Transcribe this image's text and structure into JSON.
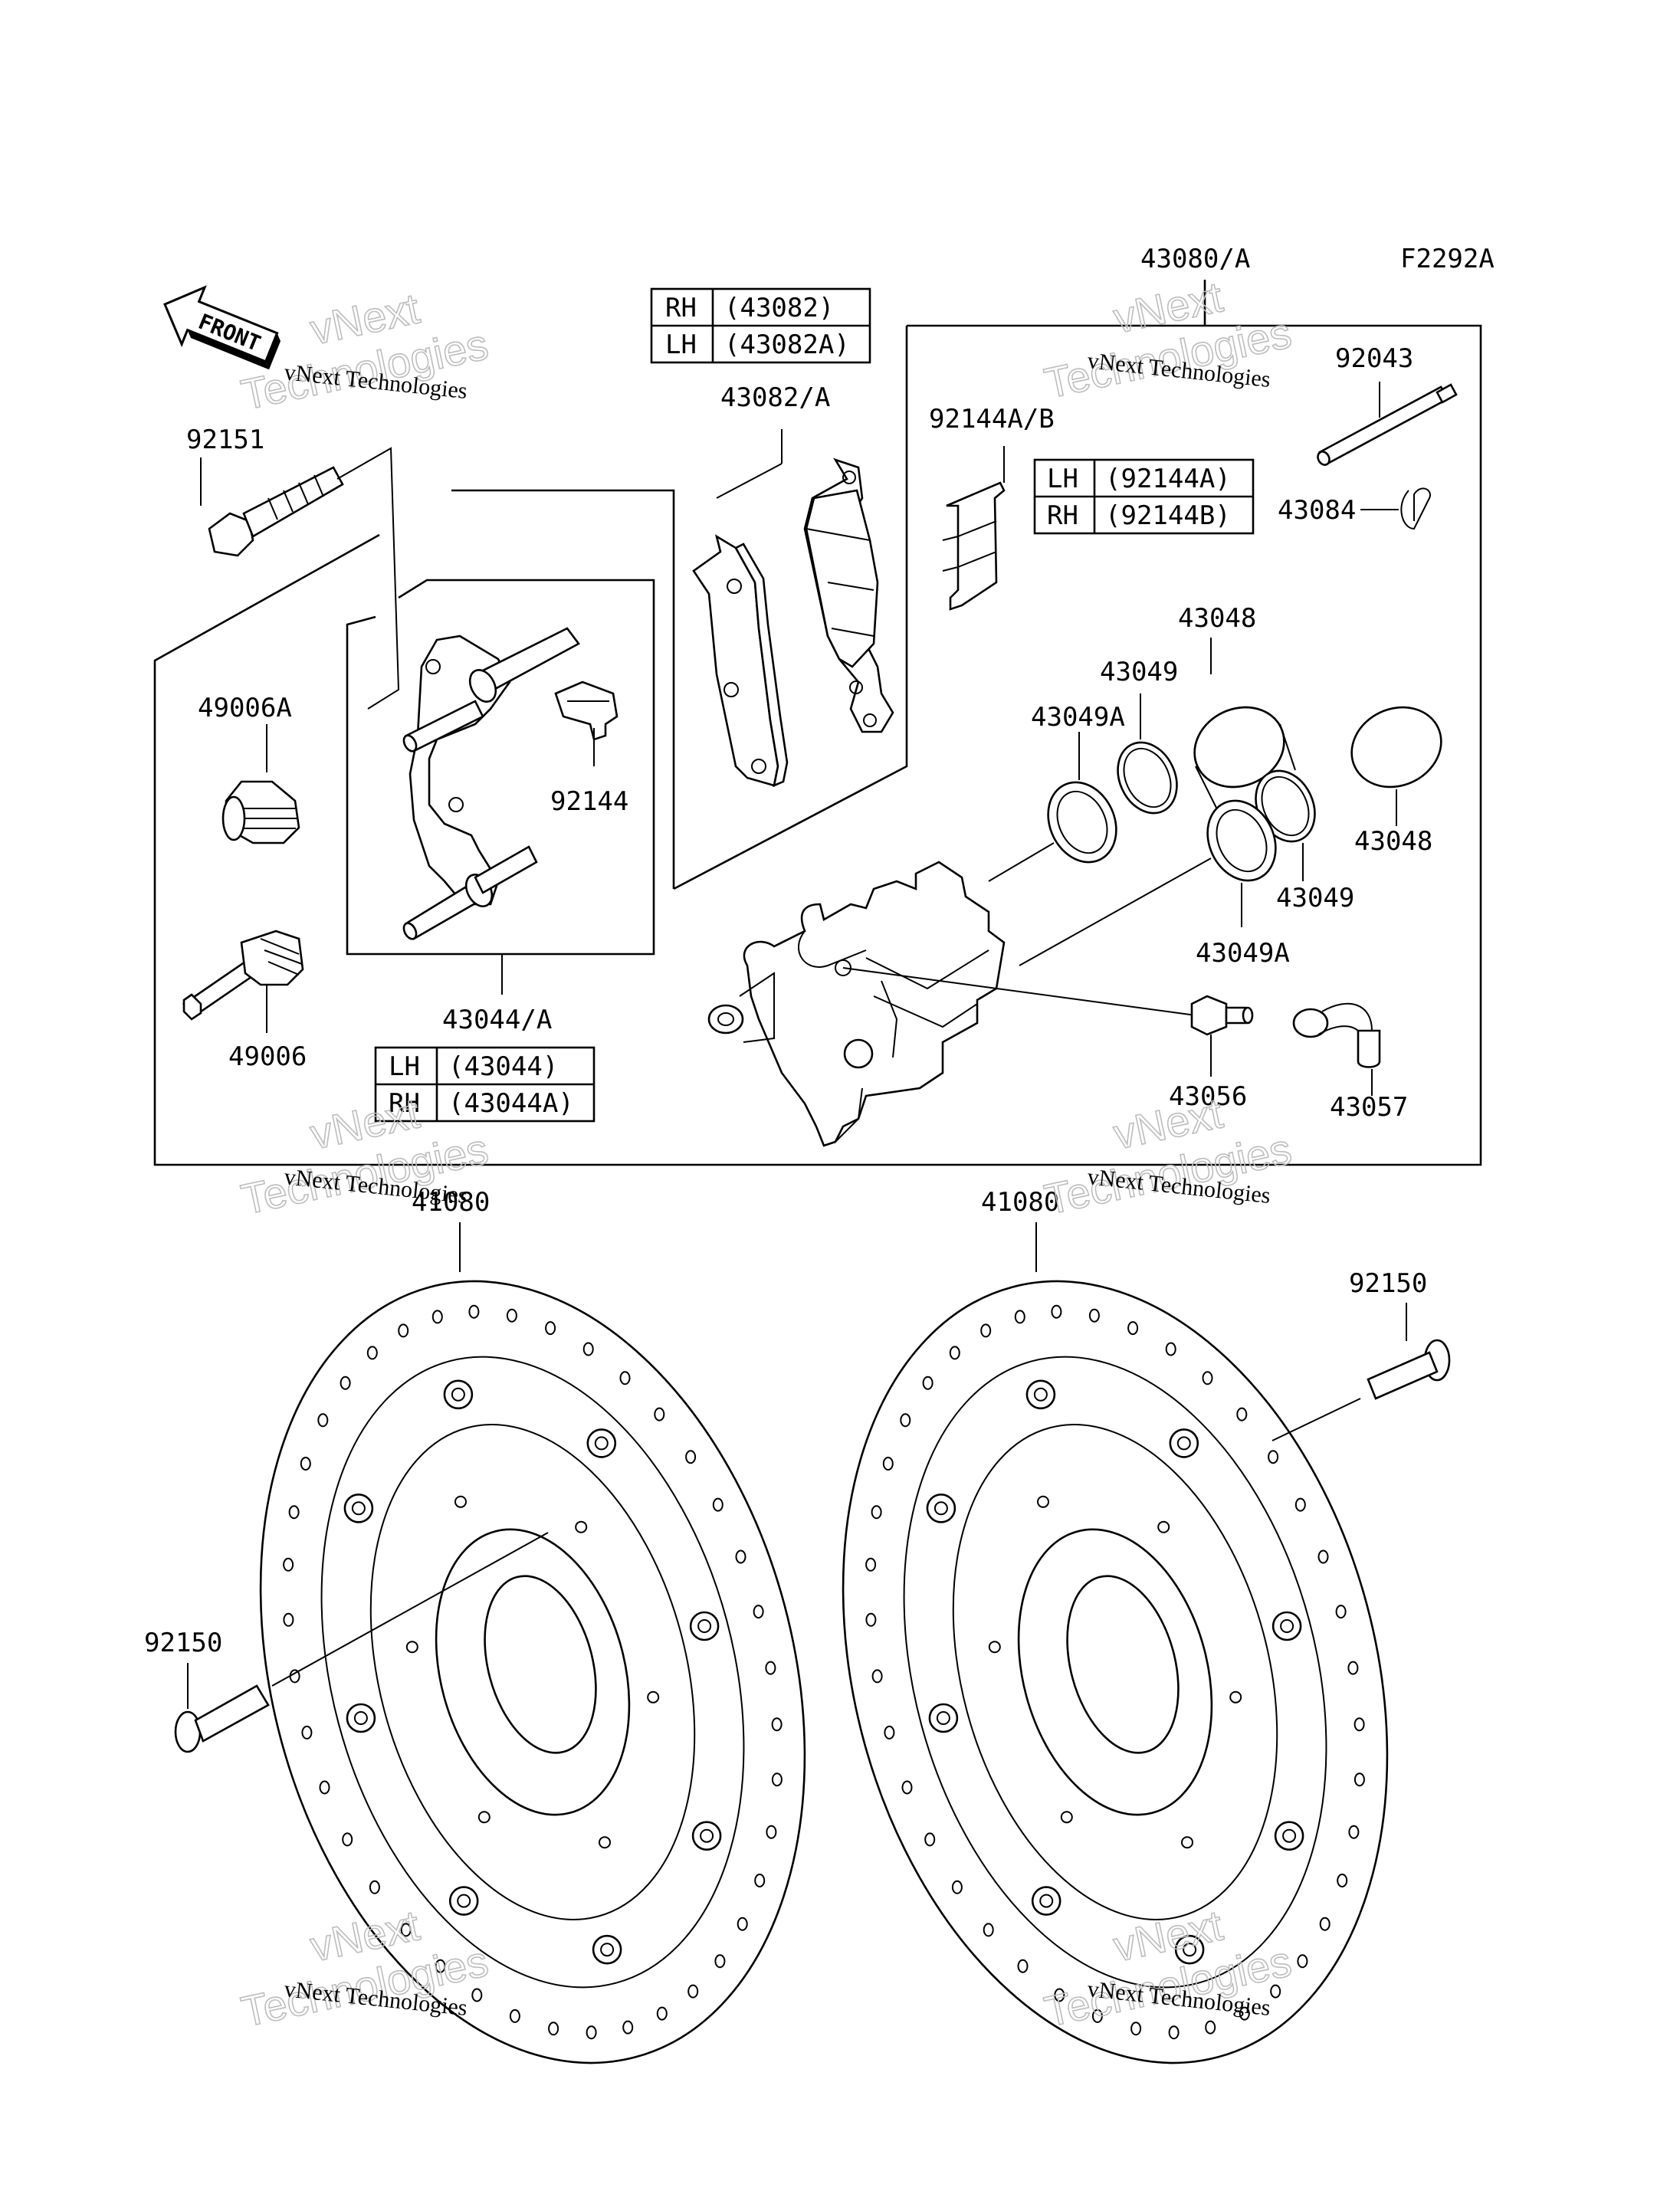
{
  "figure_code": "F2292A",
  "front_arrow_text": "FRONT",
  "watermark": {
    "line1": "vNext Technologies",
    "line2": "Technologies",
    "line3": "vNext"
  },
  "labels": {
    "caliper_assy": "43080/A",
    "bolt_top": "92151",
    "pad": "43082/A",
    "spring": "92144A/B",
    "pin": "92043",
    "clip": "43084",
    "piston_1": "43048",
    "piston_2": "43048",
    "seal_1": "43049",
    "seal_2": "43049",
    "dust_seal_1": "43049A",
    "dust_seal_2": "43049A",
    "boot": "49006A",
    "slide_pin": "49006",
    "holder_spring": "92144",
    "holder": "43044/A",
    "bleeder": "43056",
    "cap": "43057",
    "disc_left": "41080",
    "disc_right": "41080",
    "disc_bolt_left": "92150",
    "disc_bolt_right": "92150"
  },
  "tables": {
    "pad": [
      {
        "side": "RH",
        "part": "(43082)"
      },
      {
        "side": "LH",
        "part": "(43082A)"
      }
    ],
    "spring": [
      {
        "side": "LH",
        "part": "(92144A)"
      },
      {
        "side": "RH",
        "part": "(92144B)"
      }
    ],
    "holder": [
      {
        "side": "LH",
        "part": "(43044)"
      },
      {
        "side": "RH",
        "part": "(43044A)"
      }
    ]
  }
}
